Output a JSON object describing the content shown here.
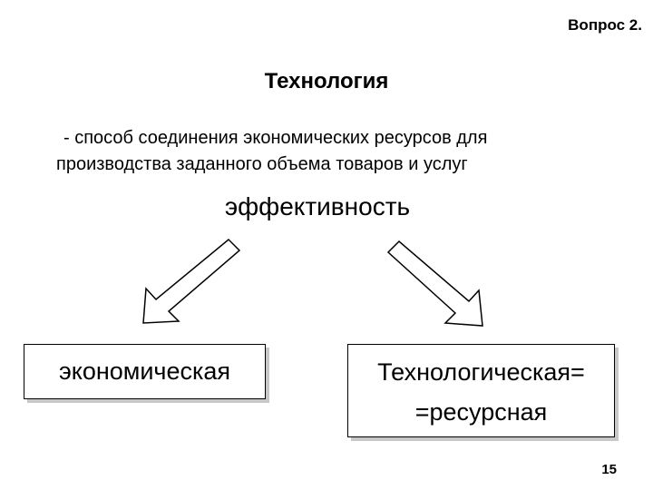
{
  "question_label": "Вопрос 2.",
  "title": "Технология",
  "definition": {
    "line1": "- способ соединения экономических ресурсов для",
    "line2": "производства заданного объема товаров и услуг"
  },
  "center_term": "эффективность",
  "boxes": {
    "left": "экономическая",
    "right_line1": "Технологическая=",
    "right_line2": "=ресурсная"
  },
  "page_number": "15"
}
